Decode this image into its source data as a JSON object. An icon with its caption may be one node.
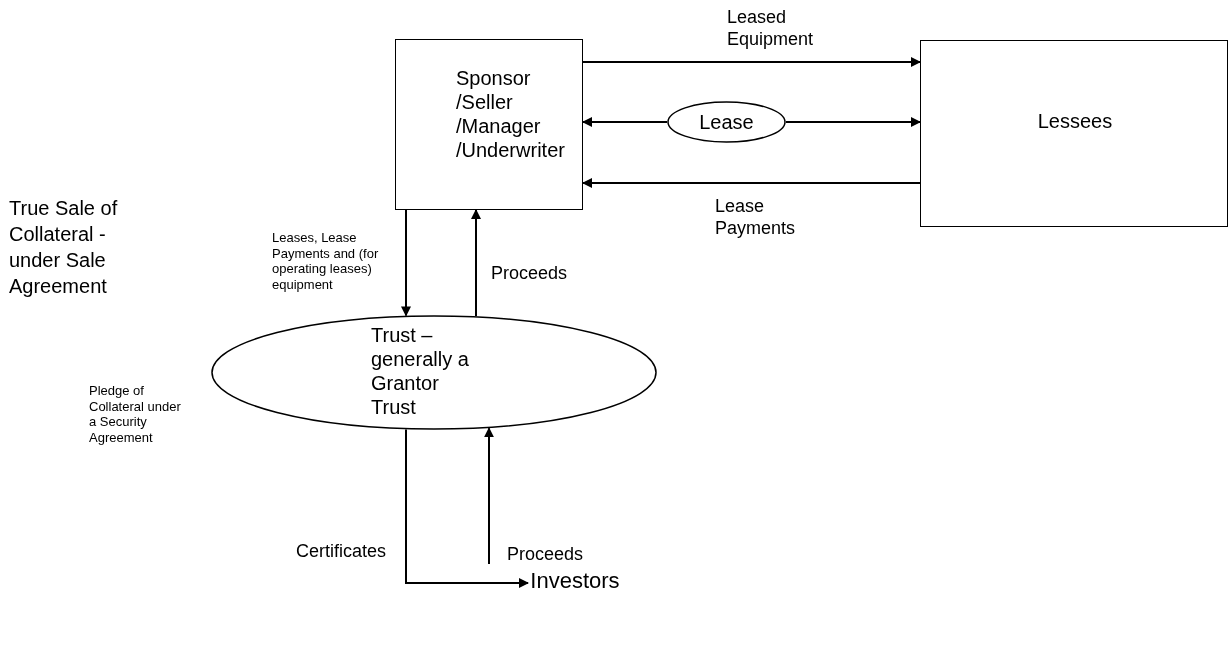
{
  "diagram": {
    "nodes": [
      {
        "text": [
          "Sponsor /Seller /Manager /Underwriter"
        ]
      },
      {
        "text": [
          "Lessees"
        ]
      },
      {
        "text": [
          "Lease"
        ]
      },
      {
        "text": [
          "Trust – generally a Grantor Trust"
        ]
      },
      {
        "text": [
          "Investors"
        ]
      }
    ],
    "edges": [
      {
        "from": 0,
        "to": 1,
        "arrow": "to",
        "label": "Leased Equipment"
      },
      {
        "from": 2,
        "to": 0,
        "arrow": "to"
      },
      {
        "from": 2,
        "to": 1,
        "arrow": "to"
      },
      {
        "from": 1,
        "to": 0,
        "arrow": "to",
        "label": "Lease Payments"
      },
      {
        "from": 0,
        "to": 3,
        "arrow": "to",
        "label": "Leases, Lease Payments and (for operating leases) equipment"
      },
      {
        "from": 3,
        "to": 0,
        "arrow": "to",
        "label": "Proceeds"
      },
      {
        "from": 3,
        "to": 4,
        "arrow": "to",
        "label": "Certificates"
      },
      {
        "from": 4,
        "to": 3,
        "arrow": "to",
        "label": "Proceeds"
      }
    ],
    "labels": [
      "True Sale of Collateral - under Sale Agreement",
      "Pledge of Collateral under a Security Agreement"
    ]
  }
}
